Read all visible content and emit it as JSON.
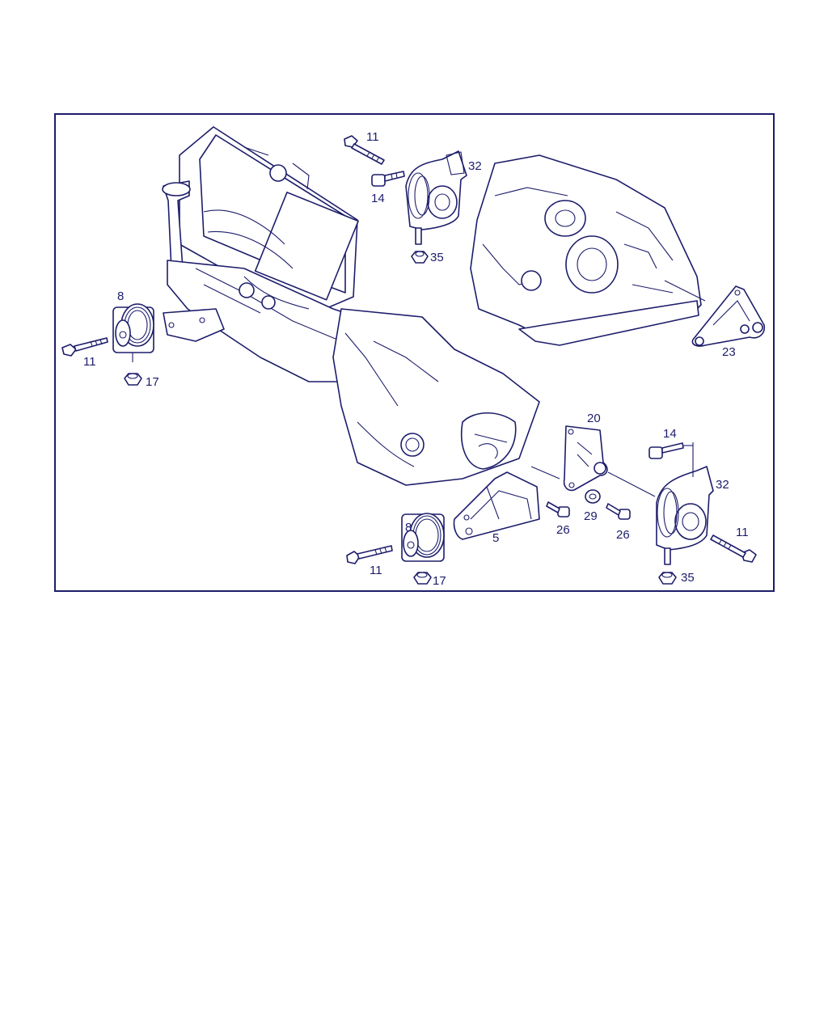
{
  "colors": {
    "line": "#1d1d6b",
    "background": "#ffffff"
  },
  "callouts": {
    "bolt_top": "11",
    "bolt_left": "11",
    "bolt_bottom": "11",
    "bolt_right": "11",
    "bolt14_top": "14",
    "bolt14_right": "14",
    "mount32_top": "32",
    "mount32_right": "32",
    "nut35_top": "35",
    "nut35_bottom": "35",
    "mount8_left": "8",
    "mount8_bottom": "8",
    "nut17_left": "17",
    "nut17_bottom": "17",
    "bracket23": "23",
    "bracket20": "20",
    "bracket5": "5",
    "bolt26_left": "26",
    "bolt26_right": "26",
    "washer29": "29"
  }
}
